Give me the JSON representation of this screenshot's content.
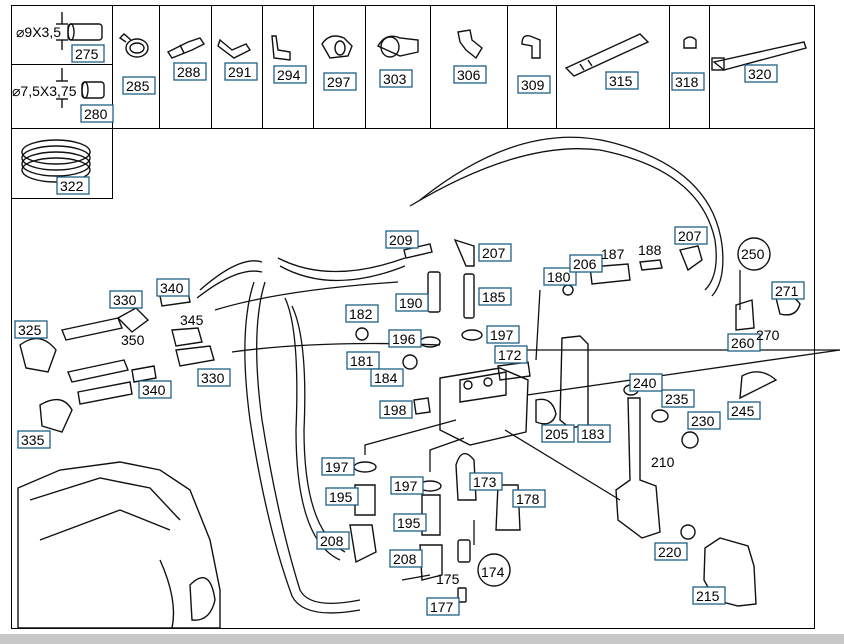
{
  "header": {
    "dim_large": "⌀9X3,5",
    "dim_small": "⌀7,5X3,75",
    "cells": [
      "275",
      "280",
      "285",
      "288",
      "291",
      "294",
      "297",
      "303",
      "306",
      "309",
      "315",
      "318",
      "320",
      "322"
    ]
  },
  "parts": [
    {
      "id": "p209",
      "label": "209"
    },
    {
      "id": "p207a",
      "label": "207"
    },
    {
      "id": "p180",
      "label": "180"
    },
    {
      "id": "p206",
      "label": "206"
    },
    {
      "id": "p187",
      "label": "187"
    },
    {
      "id": "p188",
      "label": "188"
    },
    {
      "id": "p207b",
      "label": "207"
    },
    {
      "id": "p250",
      "label": "250"
    },
    {
      "id": "p340a",
      "label": "340"
    },
    {
      "id": "p330a",
      "label": "330"
    },
    {
      "id": "p345",
      "label": "345"
    },
    {
      "id": "p325",
      "label": "325"
    },
    {
      "id": "p350",
      "label": "350"
    },
    {
      "id": "p330b",
      "label": "330"
    },
    {
      "id": "p340b",
      "label": "340"
    },
    {
      "id": "p335",
      "label": "335"
    },
    {
      "id": "p190",
      "label": "190"
    },
    {
      "id": "p185",
      "label": "185"
    },
    {
      "id": "p182",
      "label": "182"
    },
    {
      "id": "p196",
      "label": "196"
    },
    {
      "id": "p197a",
      "label": "197"
    },
    {
      "id": "p172",
      "label": "172"
    },
    {
      "id": "p181",
      "label": "181"
    },
    {
      "id": "p184",
      "label": "184"
    },
    {
      "id": "p198",
      "label": "198"
    },
    {
      "id": "p271",
      "label": "271"
    },
    {
      "id": "p260",
      "label": "260"
    },
    {
      "id": "p270",
      "label": "270"
    },
    {
      "id": "p240",
      "label": "240"
    },
    {
      "id": "p235",
      "label": "235"
    },
    {
      "id": "p245",
      "label": "245"
    },
    {
      "id": "p230",
      "label": "230"
    },
    {
      "id": "p205",
      "label": "205"
    },
    {
      "id": "p183",
      "label": "183"
    },
    {
      "id": "p210",
      "label": "210"
    },
    {
      "id": "p197b",
      "label": "197"
    },
    {
      "id": "p195a",
      "label": "195"
    },
    {
      "id": "p197c",
      "label": "197"
    },
    {
      "id": "p173",
      "label": "173"
    },
    {
      "id": "p178",
      "label": "178"
    },
    {
      "id": "p195b",
      "label": "195"
    },
    {
      "id": "p208a",
      "label": "208"
    },
    {
      "id": "p208b",
      "label": "208"
    },
    {
      "id": "p174",
      "label": "174"
    },
    {
      "id": "p175",
      "label": "175"
    },
    {
      "id": "p177",
      "label": "177"
    },
    {
      "id": "p220",
      "label": "220"
    },
    {
      "id": "p215",
      "label": "215"
    }
  ]
}
